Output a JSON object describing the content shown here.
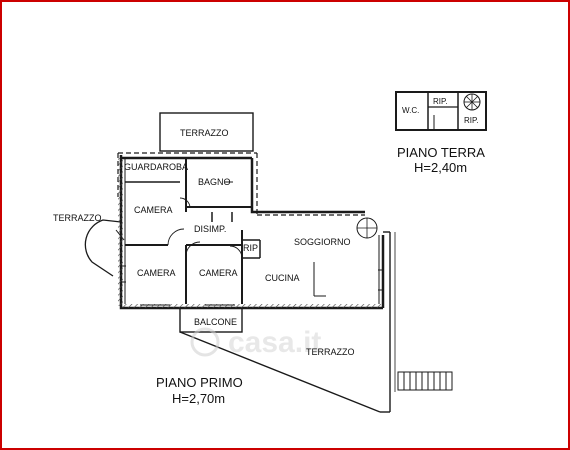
{
  "labels": {
    "terrazzo_top": "TERRAZZO",
    "guardaroba": "GUARDAROBA",
    "bagno": "BAGNO",
    "camera_1": "CAMERA",
    "terrazzo_left": "TERRAZZO",
    "disimp": "DISIMP.",
    "rip_main": "RIP",
    "soggiorno": "SOGGIORNO",
    "camera_2": "CAMERA",
    "camera_3": "CAMERA",
    "cucina": "CUCINA",
    "balcone": "BALCONE",
    "terrazzo_bottom": "TERRAZZO",
    "piano_primo": "PIANO PRIMO",
    "piano_primo_height": "H=2,70m",
    "piano_terra": "PIANO TERRA",
    "piano_terra_height": "H=2,40m",
    "wc": "W.C.",
    "rip_terra_1": "RIP.",
    "rip_terra_2": "RIP."
  },
  "watermark": "casa.it",
  "colors": {
    "frame": "#cc0000",
    "wall": "#1a1a1a",
    "hatch": "#555555",
    "watermark": "#d8d8d8"
  }
}
